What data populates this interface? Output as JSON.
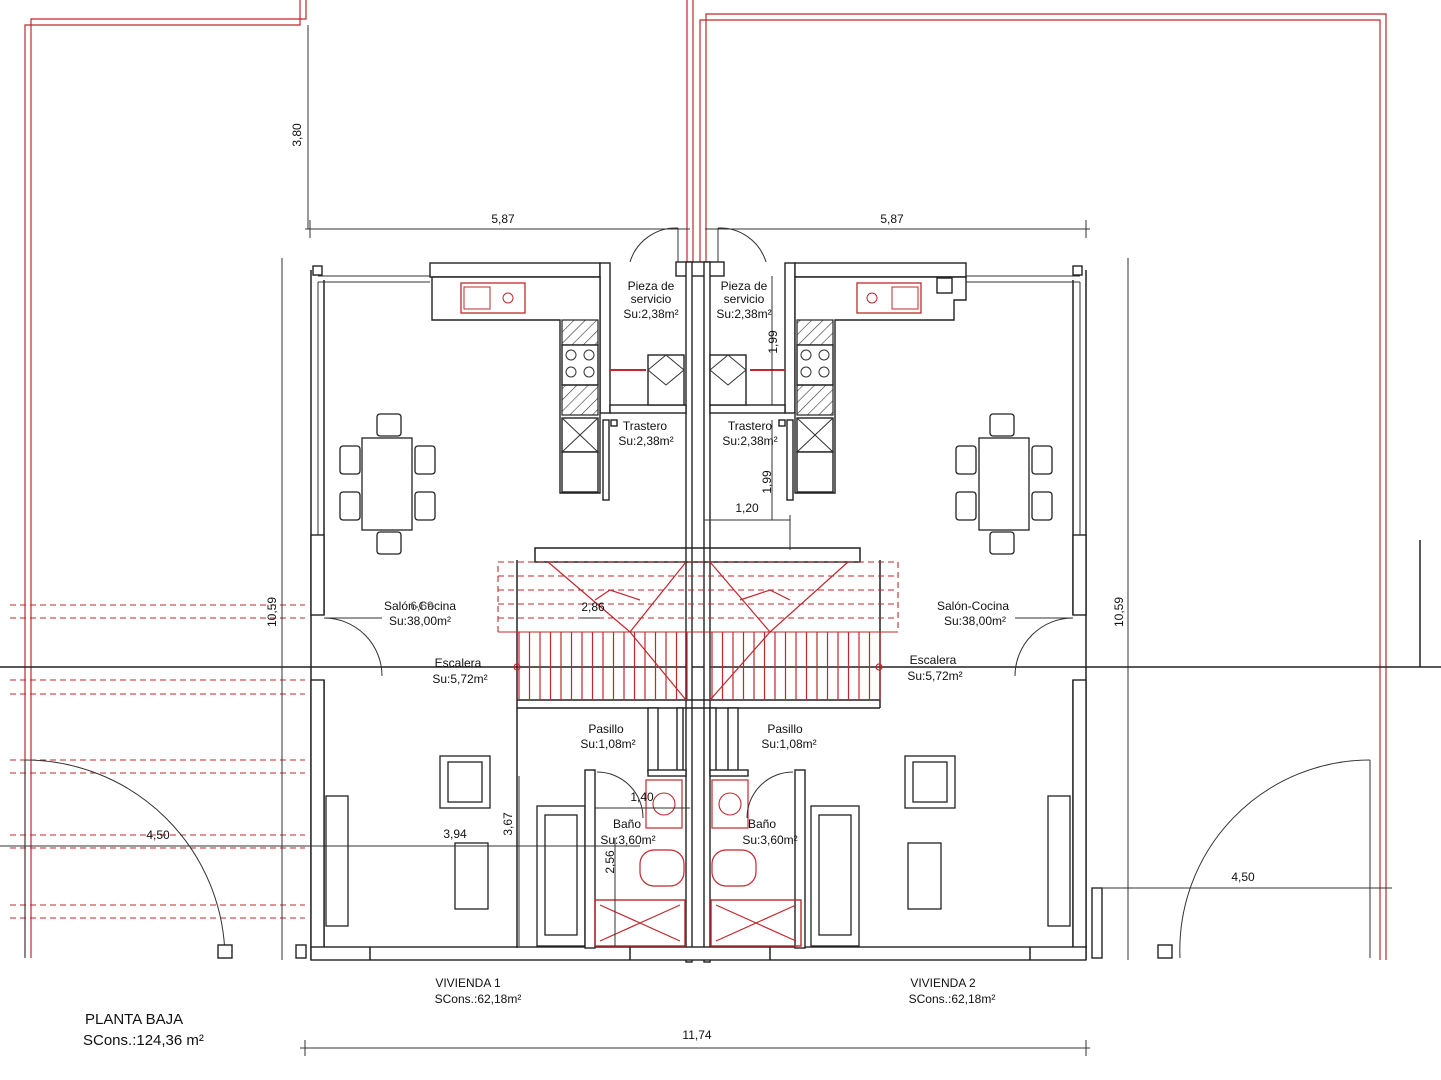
{
  "floor": {
    "title": "PLANTA BAJA",
    "total_area": "SCons.:124,36 m²"
  },
  "units": [
    {
      "name": "VIVIENDA 1",
      "area": "SCons.:62,18m²"
    },
    {
      "name": "VIVIENDA 2",
      "area": "SCons.:62,18m²"
    }
  ],
  "rooms": {
    "servicio_left": {
      "name_1": "Pieza de",
      "name_2": "servicio",
      "area": "Su:2,38m²"
    },
    "servicio_right": {
      "name_1": "Pieza de",
      "name_2": "servicio",
      "area": "Su:2,38m²"
    },
    "trastero_left": {
      "name": "Trastero",
      "area": "Su:2,38m²"
    },
    "trastero_right": {
      "name": "Trastero",
      "area": "Su:2,38m²"
    },
    "salon_left": {
      "name": "Salón-Cocina",
      "area": "Su:38,00m²"
    },
    "salon_right": {
      "name": "Salón-Cocina",
      "area": "Su:38,00m²"
    },
    "escalera_left": {
      "name": "Escalera",
      "area": "Su:5,72m²"
    },
    "escalera_right": {
      "name": "Escalera",
      "area": "Su:5,72m²"
    },
    "pasillo_left": {
      "name": "Pasillo",
      "area": "Su:1,08m²"
    },
    "pasillo_right": {
      "name": "Pasillo",
      "area": "Su:1,08m²"
    },
    "bano_left": {
      "name": "Baño",
      "area": "Su:3,60m²"
    },
    "bano_right": {
      "name": "Baño",
      "area": "Su:3,60m²"
    }
  },
  "dimensions": {
    "top_left_width": "5,87",
    "top_right_width": "5,87",
    "garden_depth": "3,80",
    "left_depth": "10,59",
    "right_depth": "10,59",
    "service_height": "1,99",
    "storage_height": "1,99",
    "corridor_width": "1,20",
    "stair_width": "2,86",
    "left_gate_width": "4,50",
    "right_gate_width": "4,50",
    "living_width": "3,94",
    "living_depth": "3,67",
    "bath_width": "1,40",
    "bath_depth": "2,56",
    "overall_width": "11,74",
    "overlap_label": "6,69"
  },
  "colors": {
    "line": "#222222",
    "boundary": "#c0282d"
  }
}
